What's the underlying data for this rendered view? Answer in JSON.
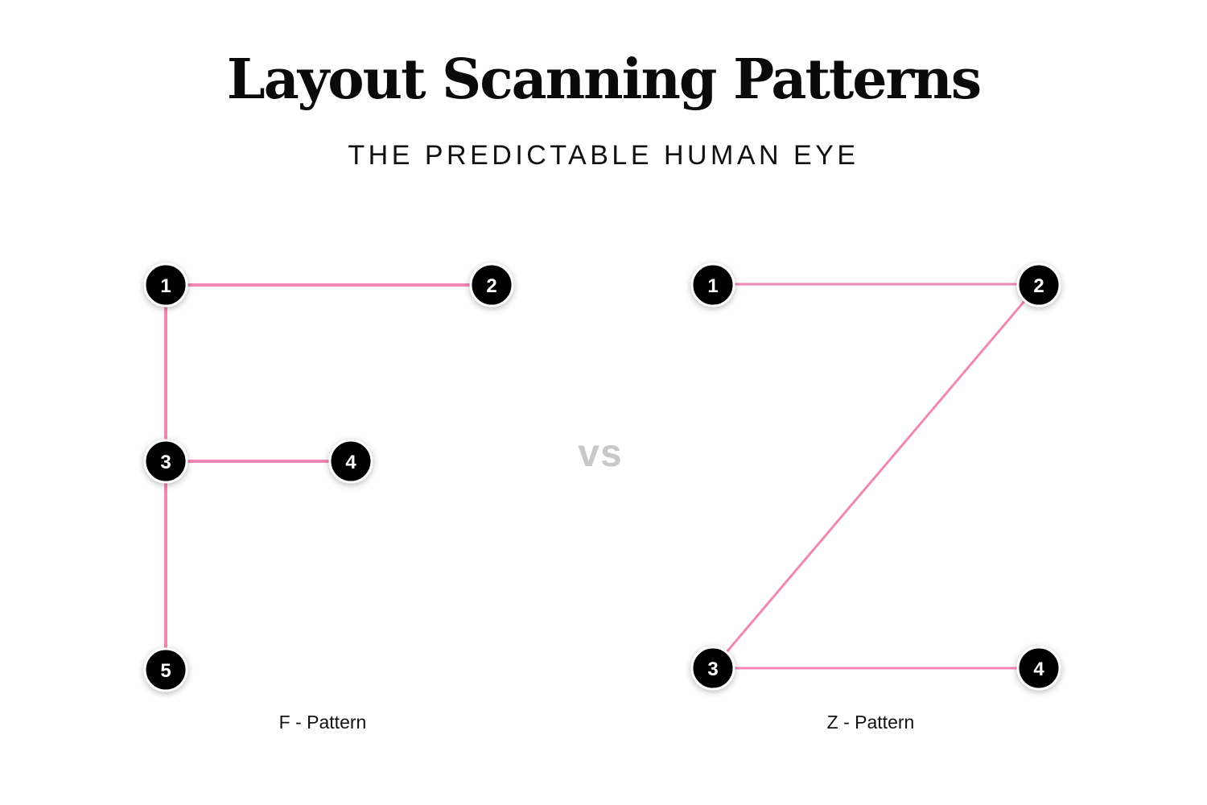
{
  "title": "Layout Scanning Patterns",
  "subtitle": "THE PREDICTABLE HUMAN EYE",
  "separator": "vs",
  "colors": {
    "line": "#f087b4",
    "node_fill": "#000000",
    "node_border": "#ffffff",
    "node_text": "#ffffff",
    "separator": "#c8c8c8"
  },
  "patterns": [
    {
      "caption": "F - Pattern",
      "nodes": [
        "1",
        "2",
        "3",
        "4",
        "5"
      ]
    },
    {
      "caption": "Z - Pattern",
      "nodes": [
        "1",
        "2",
        "3",
        "4"
      ]
    }
  ]
}
